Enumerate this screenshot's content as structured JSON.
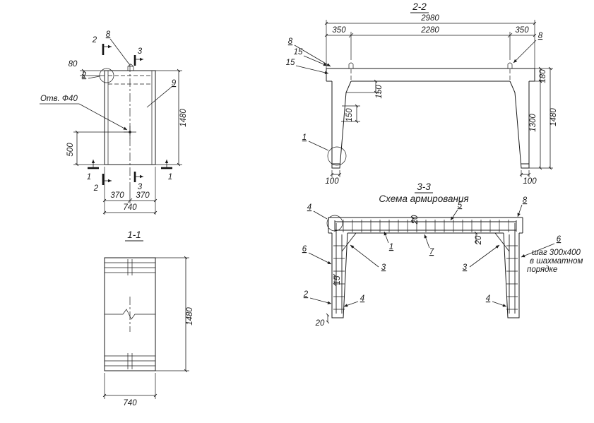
{
  "colors": {
    "line": "#1a1a1a",
    "background": "#ffffff"
  },
  "plan": {
    "mark_8": "8",
    "mark_2_cut_top": "2",
    "mark_3_cut_top": "3",
    "mark_2_node": "2",
    "mark_9": "9",
    "hole_label": "Отв. Ф40",
    "dim_80": "80",
    "dim_500": "500",
    "dim_1480": "1480",
    "dim_370_left": "370",
    "dim_370_right": "370",
    "dim_740": "740",
    "mark_1_left": "1",
    "mark_1_right": "1",
    "mark_2_cut_bottom": "2",
    "mark_3_cut_bottom": "3"
  },
  "section_1_1": {
    "title": "1-1",
    "dim_1480": "1480",
    "dim_740": "740"
  },
  "section_2_2": {
    "title": "2-2",
    "dim_2980": "2980",
    "dim_350_left": "350",
    "dim_2280": "2280",
    "dim_350_right": "350",
    "mark_8_left": "8",
    "mark_8_right": "8",
    "dim_15_a": "15",
    "dim_15_b": "15",
    "dim_150_a": "150",
    "dim_150_b": "150",
    "dim_180": "180",
    "dim_1300": "1300",
    "dim_1480": "1480",
    "mark_1": "1",
    "dim_100_left": "100",
    "dim_100_right": "100"
  },
  "section_3_3": {
    "title": "3-3",
    "subtitle": "Схема армирования",
    "mark_4_top": "4",
    "mark_5": "5",
    "mark_8": "8",
    "dim_20_slab": "20",
    "dim_20_right": "20",
    "mark_6_left": "6",
    "mark_1": "1",
    "mark_7": "7",
    "mark_3_left": "3",
    "mark_3_right": "3",
    "dim_15_leg": "15",
    "mark_2": "2",
    "mark_4_bottom_left": "4",
    "mark_4_bottom_right": "4",
    "dim_20_bottom": "20",
    "mark_6_right": "6",
    "note_line1": "шаг 300х400",
    "note_line2": "в шахматном",
    "note_line3": "порядке"
  }
}
